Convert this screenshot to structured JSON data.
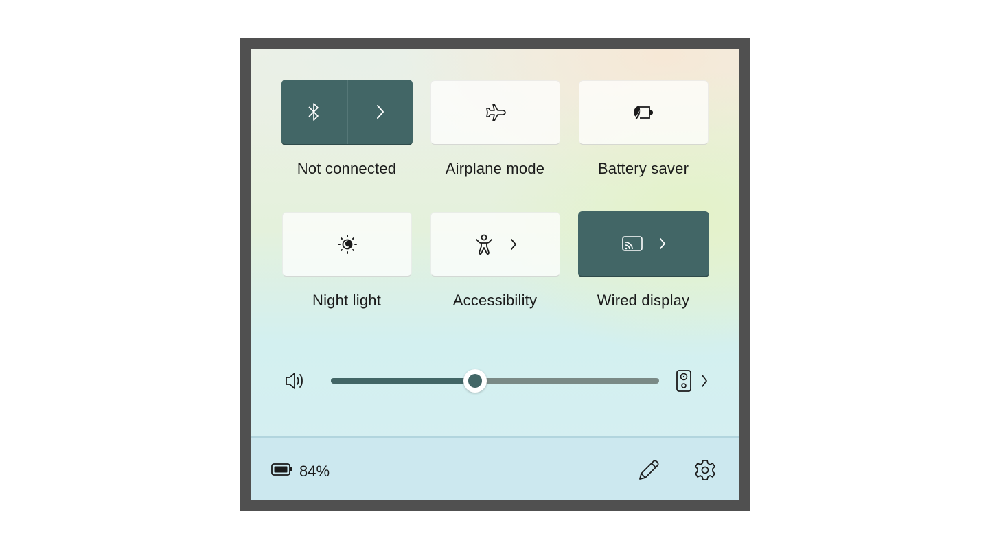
{
  "quick_settings": {
    "tiles": [
      {
        "id": "bluetooth",
        "label": "Not connected",
        "icon": "bluetooth-icon",
        "state": "on",
        "has_chevron": true,
        "split": true
      },
      {
        "id": "airplane",
        "label": "Airplane mode",
        "icon": "airplane-icon",
        "state": "off",
        "has_chevron": false
      },
      {
        "id": "battery-saver",
        "label": "Battery saver",
        "icon": "battery-saver-icon",
        "state": "off",
        "has_chevron": false
      },
      {
        "id": "night-light",
        "label": "Night light",
        "icon": "night-light-icon",
        "state": "off",
        "has_chevron": false
      },
      {
        "id": "accessibility",
        "label": "Accessibility",
        "icon": "accessibility-icon",
        "state": "off",
        "has_chevron": true
      },
      {
        "id": "wired-display",
        "label": "Wired display",
        "icon": "cast-icon",
        "state": "on",
        "has_chevron": true
      }
    ],
    "volume": {
      "icon": "speaker-volume-icon",
      "value_percent": 44,
      "output_device_icon": "speaker-device-icon",
      "output_chevron": "chevron-right-icon"
    },
    "footer": {
      "battery_icon": "battery-icon",
      "battery_percent": "84%",
      "edit_icon": "pencil-icon",
      "settings_icon": "gear-icon"
    }
  },
  "colors": {
    "accent": "#426666",
    "frame": "#505050",
    "text": "#1b1b1b",
    "slider_track": "#7a8a86"
  }
}
